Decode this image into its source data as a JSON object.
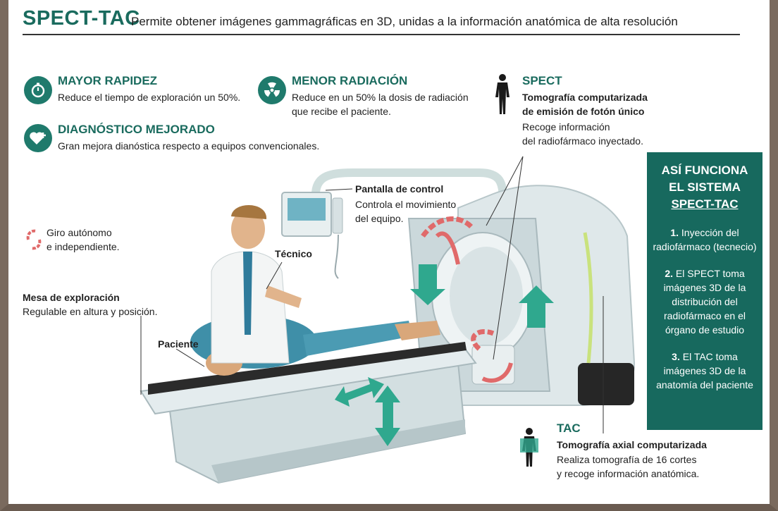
{
  "header": {
    "title": "SPECT-TAC",
    "subtitle": "Permite obtener imágenes gammagráficas en 3D, unidas a la información anatómica de alta resolución"
  },
  "features": [
    {
      "icon": "stopwatch-icon",
      "title": "MAYOR RAPIDEZ",
      "desc": "Reduce el tiempo de exploración un 50%."
    },
    {
      "icon": "radiation-icon",
      "title": "MENOR RADIACIÓN",
      "desc_line1": "Reduce en un 50% la dosis de radiación",
      "desc_line2": "que recibe el paciente."
    },
    {
      "icon": "heart-plus-icon",
      "title": "DIAGNÓSTICO MEJORADO",
      "desc": "Gran mejora dianóstica respecto a equipos convencionales."
    }
  ],
  "spect": {
    "title": "SPECT",
    "bold_line1": "Tomografía computarizada",
    "bold_line2": "de emisión de fotón único",
    "line3": "Recoge información",
    "line4": "del radiofármaco inyectado."
  },
  "tac": {
    "title": "TAC",
    "bold_line1": "Tomografía axial computarizada",
    "line2": "Realiza tomografía de 16 cortes",
    "line3": "y recoge información anatómica."
  },
  "labels": {
    "pantalla_title": "Pantalla de control",
    "pantalla_line1": "Controla el movimiento",
    "pantalla_line2": "del equipo.",
    "tecnico": "Técnico",
    "giro_line1": "Giro autónomo",
    "giro_line2": "e independiente.",
    "mesa_title": "Mesa de exploración",
    "mesa_line1": "Regulable en altura y posición.",
    "paciente": "Paciente"
  },
  "side_panel": {
    "title_line1": "ASÍ FUNCIONA",
    "title_line2": "EL SISTEMA",
    "title_line3": "SPECT-TAC",
    "step1_num": "1.",
    "step1_text": " Inyección del radiofármaco (tecnecio)",
    "step2_num": "2.",
    "step2_text": " El SPECT toma imágenes 3D de la distribución del radiofármaco en el órgano de estudio",
    "step3_num": "3.",
    "step3_text": " El TAC toma imágenes 3D de la anatomía del paciente"
  },
  "colors": {
    "brand": "#1a6b5e",
    "panel": "#17695e",
    "arrow_green": "#2fa88e",
    "arrow_red": "#e06a6a",
    "frame": "#7a6a5e"
  }
}
